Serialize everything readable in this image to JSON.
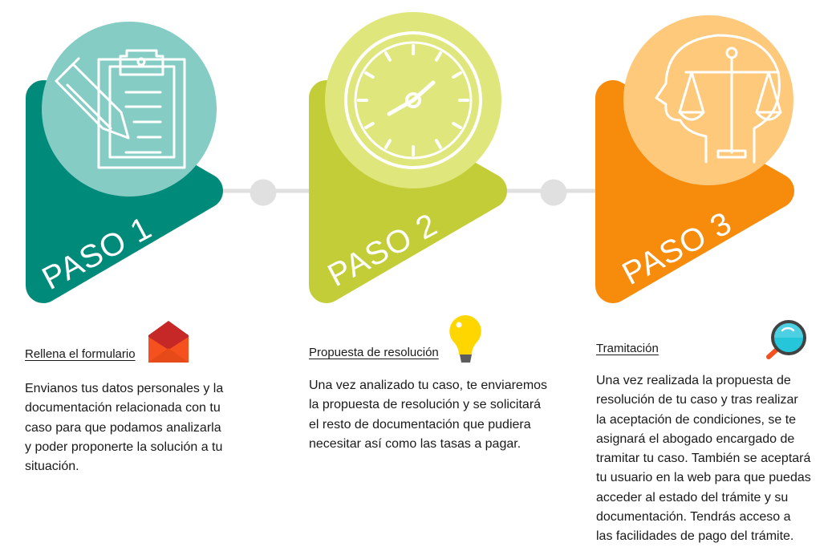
{
  "colors": {
    "step1": "#008A7A",
    "step1_circle": "#84CCC4",
    "step2": "#C3CD37",
    "step2_circle": "#DFE67B",
    "step3": "#F78B0B",
    "step3_circle": "#FFC97C",
    "connector": "#E0E0E0"
  },
  "steps": [
    {
      "label": "PASO 1",
      "icon": "clipboard-pencil-icon",
      "title": "Rellena el formulario",
      "small_icon": "envelope-icon",
      "lines": [
        "Envianos tus datos personales y la",
        "documentación relacionada con tu",
        "caso para que podamos analizarla",
        "y poder proponerte la solución a tu",
        "situación."
      ]
    },
    {
      "label": "PASO 2",
      "icon": "clock-icon",
      "title": "Propuesta de resolución",
      "small_icon": "lightbulb-icon",
      "lines": [
        "Una vez analizado tu caso, te enviaremos",
        "la propuesta de resolución y se solicitará",
        "el resto de documentación que pudiera",
        "necesitar así como las tasas a pagar."
      ]
    },
    {
      "label": "PASO 3",
      "icon": "head-scales-icon",
      "title": "Tramitación",
      "small_icon": "magnifier-icon",
      "lines": [
        "Una vez realizada la propuesta de",
        "resolución de tu caso y tras realizar",
        "la aceptación de condiciones, se te",
        "asignará el abogado encargado de",
        "tramitar tu caso. También se aceptará",
        "tu usuario en la web para que puedas",
        "acceder al estado del trámite y su",
        "documentación. Tendrás acceso a",
        "las facilidades de pago del trámite."
      ]
    }
  ]
}
